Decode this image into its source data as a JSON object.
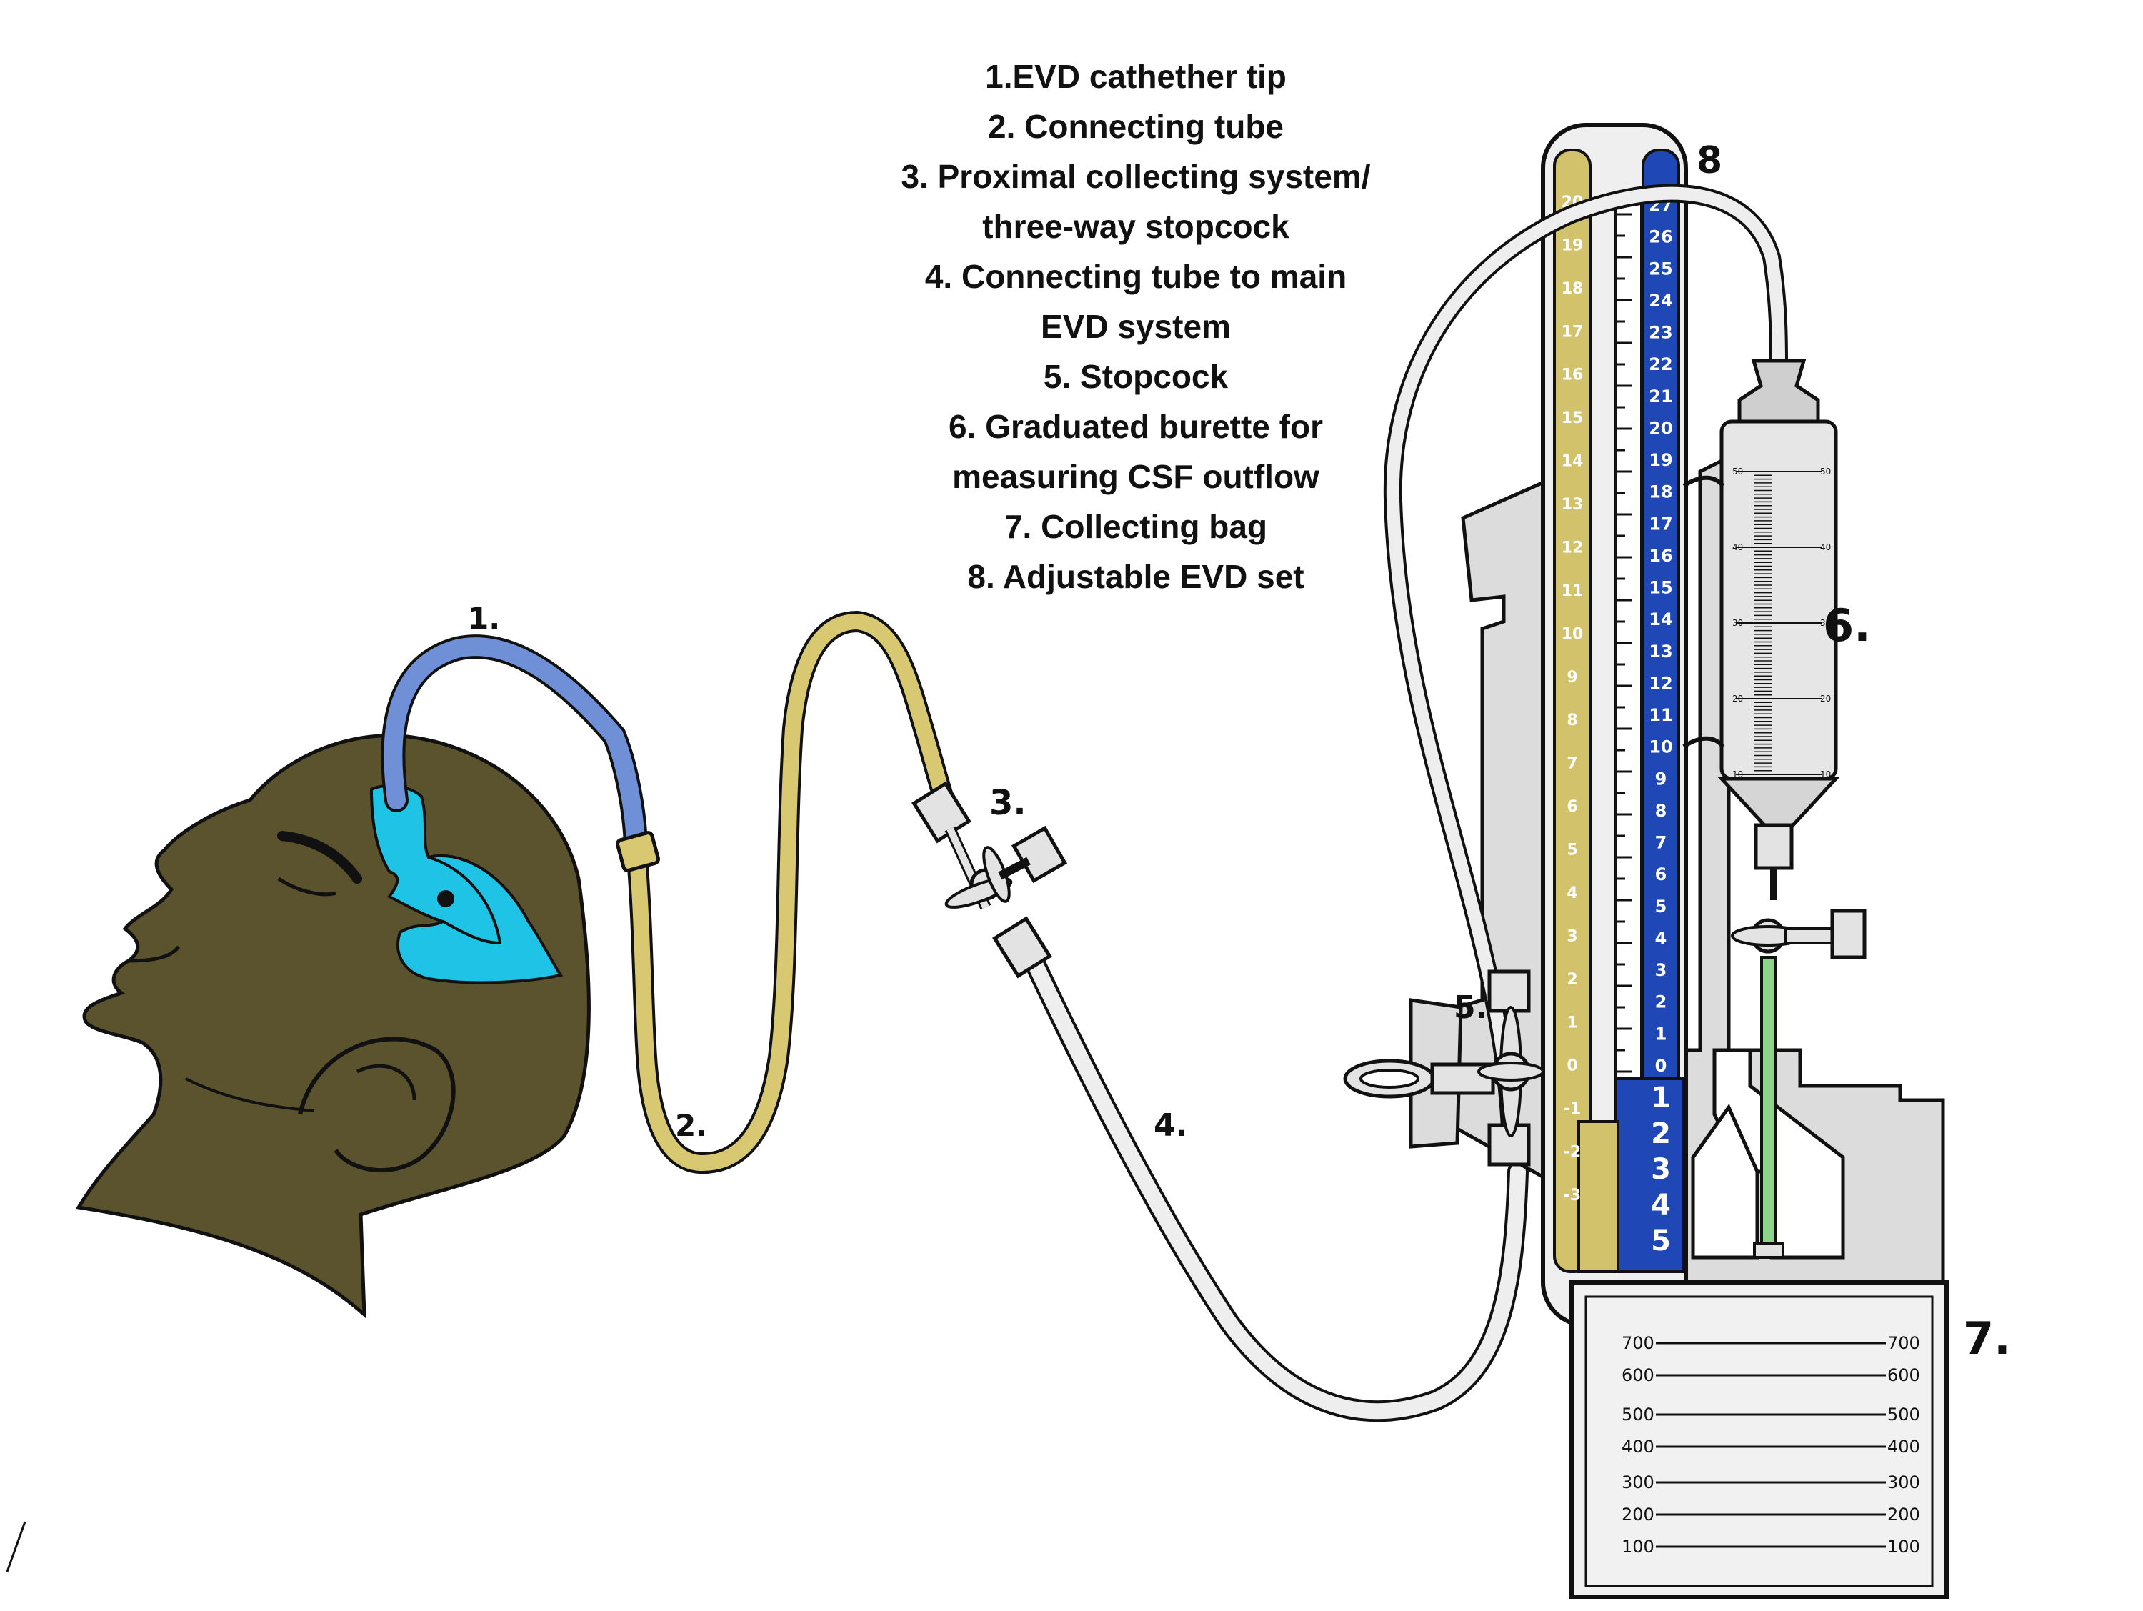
{
  "legend": [
    "1.EVD cathether tip",
    "2. Connecting tube",
    "3. Proximal collecting system/ three-way stopcock",
    "4. Connecting tube to main EVD system",
    "5. Stopcock",
    "6. Graduated burette for measuring CSF outflow",
    "7. Collecting bag",
    "8. Adjustable EVD set"
  ],
  "callouts": {
    "c1": "1.",
    "c2": "2.",
    "c3": "3.",
    "c4": "4.",
    "c5": "5.",
    "c6": "6.",
    "c7": "7.",
    "c8": "8"
  },
  "scales": {
    "yellow": [
      "20",
      "19",
      "18",
      "17",
      "16",
      "15",
      "14",
      "13",
      "12",
      "11",
      "10",
      "9",
      "8",
      "7",
      "6",
      "5",
      "4",
      "3",
      "2",
      "1",
      "0",
      "-1",
      "-2",
      "-3"
    ],
    "blue": [
      "27",
      "26",
      "25",
      "24",
      "23",
      "22",
      "21",
      "20",
      "19",
      "18",
      "17",
      "16",
      "15",
      "14",
      "13",
      "12",
      "11",
      "10",
      "9",
      "8",
      "7",
      "6",
      "5",
      "4",
      "3",
      "2",
      "1",
      "0",
      "1",
      "2",
      "3",
      "4",
      "5"
    ],
    "burette": [
      "50",
      "40",
      "30",
      "20",
      "10"
    ],
    "bag": [
      "700",
      "600",
      "500",
      "400",
      "300",
      "200",
      "100"
    ]
  },
  "colors": {
    "skin": "#5a532e",
    "catheter": "#6f8fd6",
    "eye_area": "#1ec3e6",
    "connecting_tube": "#d8c872",
    "scale_yellow": "#d2c26c",
    "scale_blue": "#1f47b5",
    "device_gray": "#dcdcdc",
    "green_tube": "#8ed48c"
  }
}
